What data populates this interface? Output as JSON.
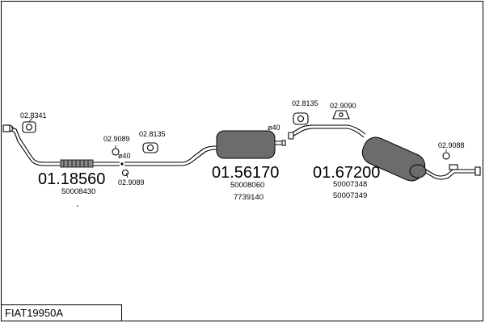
{
  "title": "FIAT19950A",
  "sections": [
    {
      "code": "01.18560",
      "refs": [
        "50008430"
      ]
    },
    {
      "code": "01.56170",
      "refs": [
        "50008060",
        "7739140"
      ]
    },
    {
      "code": "01.67200",
      "refs": [
        "50007348",
        "50007349"
      ]
    }
  ],
  "callouts": {
    "c1": "02.8341",
    "c2": "02.9089",
    "c3": "02.8135",
    "c4": "02.9089",
    "c5": "ø40",
    "c6": "ø40",
    "c7": "02.8135",
    "c8": "02.9090",
    "c9": "02.9088"
  },
  "colors": {
    "line": "#000000",
    "muffler": "#6c6c6c",
    "background": "#ffffff"
  }
}
